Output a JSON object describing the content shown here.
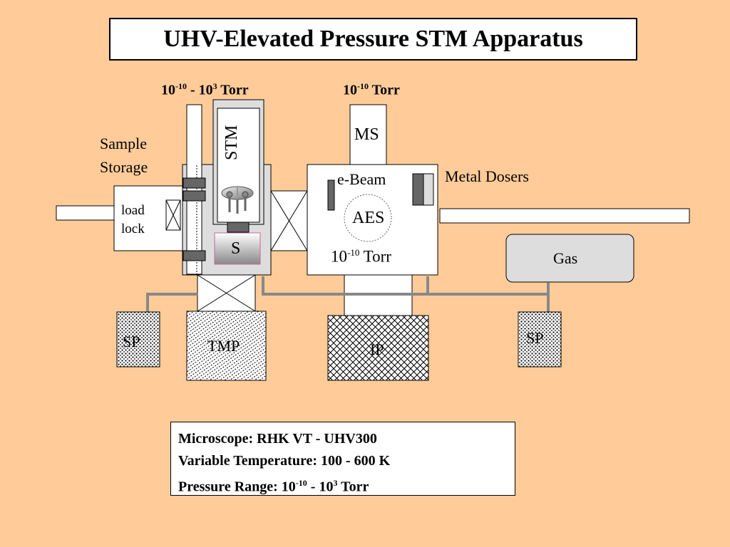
{
  "title": "UHV-Elevated Pressure STM Apparatus",
  "pressure_left": {
    "base": "10",
    "exp1": "-10",
    "mid": " - 10",
    "exp2": "3",
    "unit": " Torr"
  },
  "pressure_right": {
    "base": "10",
    "exp1": "-10",
    "unit": " Torr"
  },
  "labels": {
    "sample_storage_1": "Sample",
    "sample_storage_2": "Storage",
    "load_lock_1": "load",
    "load_lock_2": "lock",
    "stm": "STM",
    "sample": "S",
    "ms": "MS",
    "ebeam": "e-Beam",
    "aes": "AES",
    "chamber_pressure": {
      "base": "10",
      "exp": "-10",
      "unit": " Torr"
    },
    "metal_dosers": "Metal Dosers",
    "gas": "Gas",
    "sp_left": "SP",
    "tmp": "TMP",
    "ip": "IP",
    "sp_right": "SP"
  },
  "info": {
    "line1": "Microscope:  RHK VT - UHV300",
    "line2": "Variable Temperature: 100 - 600 K",
    "line3_prefix": "Pressure Range: 10",
    "line3_exp1": "-10",
    "line3_mid": " - 10",
    "line3_exp2": "3",
    "line3_unit": " Torr"
  },
  "colors": {
    "background": "#FFCC99",
    "chamber_gray": "#DDDDDD",
    "pipe_gray": "#888888",
    "component_dark": "#666666",
    "gas_fill": "#DDDDDD"
  }
}
